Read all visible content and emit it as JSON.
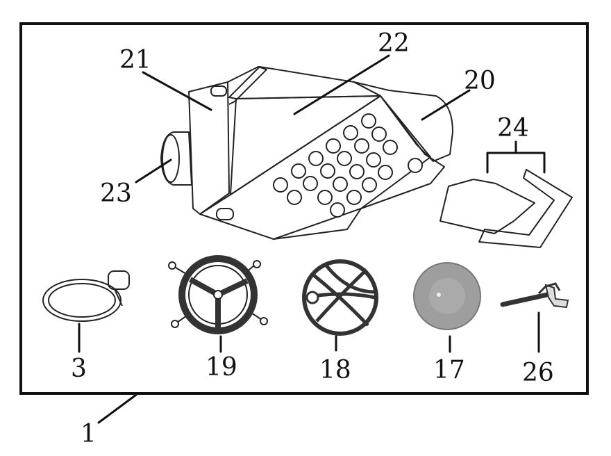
{
  "labels": {
    "assembly": "1",
    "clamp": "3",
    "cover": "20",
    "body": "21",
    "front_plate": "22",
    "inlet": "23",
    "foam": "24",
    "wing_bolt": "26",
    "filter_disc": "17",
    "grille": "18",
    "mount_ring": "19"
  },
  "colors": {
    "ink": "#111111",
    "disc": "#9e9e9e"
  }
}
